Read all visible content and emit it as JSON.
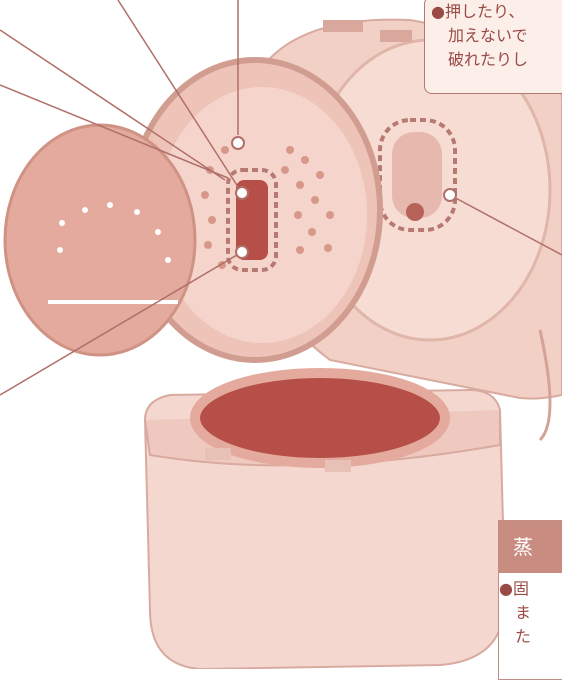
{
  "callout_top": {
    "lines": [
      "●押したり、",
      "加えないで",
      "破れたりし"
    ]
  },
  "steam_box": {
    "heading": "蒸",
    "lines": [
      "●固",
      "ま",
      "た"
    ]
  },
  "colors": {
    "tint_light": "#f4d8cf",
    "tint_mid": "#e3aa9d",
    "tint_dark": "#b54f48",
    "leader_line": "#b06f68",
    "callout_text": "#9a4a45"
  }
}
